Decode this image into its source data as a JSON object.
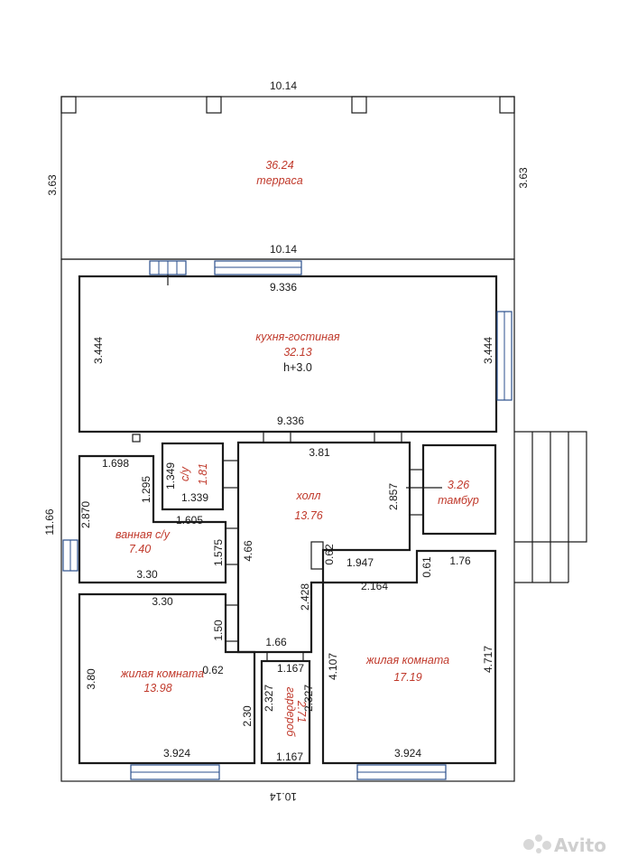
{
  "terrace": {
    "name": "терраса",
    "area": "36.24",
    "width_top": "10.14",
    "width_bottom": "10.14",
    "depth_left": "3.63",
    "depth_right": "3.63"
  },
  "kitchen": {
    "name": "кухня-гостиная",
    "area": "32.13",
    "height": "h+3.0",
    "width_top": "9.336",
    "width_bottom": "9.336",
    "depth_left": "3.444",
    "depth_right": "3.444"
  },
  "wc": {
    "name": "с/у",
    "area": "1.81",
    "d1": "1.349",
    "d2": "1.339"
  },
  "hall": {
    "name": "холл",
    "area": "13.76",
    "d_top": "3.81",
    "d_left": "4.66",
    "d_right": "2.857",
    "d_notch_v": "0.62",
    "d_notch_h": "1.947",
    "d_inner_v": "2.428",
    "d_bottom": "1.66"
  },
  "vestibule": {
    "name": "тамбур",
    "area": "3.26",
    "d_right_v": "0.61",
    "d_right_h": "1.76"
  },
  "bathroom": {
    "name": "ванная с/у",
    "area": "7.40",
    "d_top": "1.698",
    "d_left": "2.870",
    "d_mid_v": "1.295",
    "d_mid_h": "1.605",
    "d_right": "1.575",
    "d_bottom": "3.30"
  },
  "bedroom_left": {
    "name": "жилая комната",
    "area": "13.98",
    "d_top": "3.30",
    "d_left": "3.80",
    "d_right_top": "1.50",
    "d_step": "0.62",
    "d_right_bottom": "2.30",
    "d_bottom": "3.924"
  },
  "wardrobe": {
    "name": "гардероб",
    "area": "2.71",
    "d_top": "1.167",
    "d_left": "2.327",
    "d_right": "2.327",
    "d_bottom": "1.167"
  },
  "bedroom_right": {
    "name": "жилая комната",
    "area": "17.19",
    "d_top": "2.164",
    "d_left": "4.107",
    "d_right": "4.717",
    "d_bottom": "3.924"
  },
  "house": {
    "depth_left": "11.66",
    "width_bottom": "10.14"
  },
  "watermark": "Avito"
}
